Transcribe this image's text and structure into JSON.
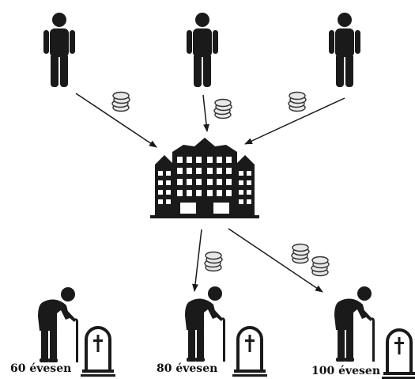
{
  "colors": {
    "ink": "#1a1a1a",
    "coin_fill": "#e8e8e8",
    "coin_stroke": "#333333",
    "background": "#ffffff"
  },
  "icons": {
    "contributor": "person-icon",
    "institution": "building-icon",
    "payment": "coins-icon",
    "retiree": "elderly-person-icon",
    "death": "gravestone-icon"
  },
  "outcomes": [
    {
      "label": "60 évesen"
    },
    {
      "label": "80 évesen"
    },
    {
      "label": "100 évesen"
    }
  ]
}
